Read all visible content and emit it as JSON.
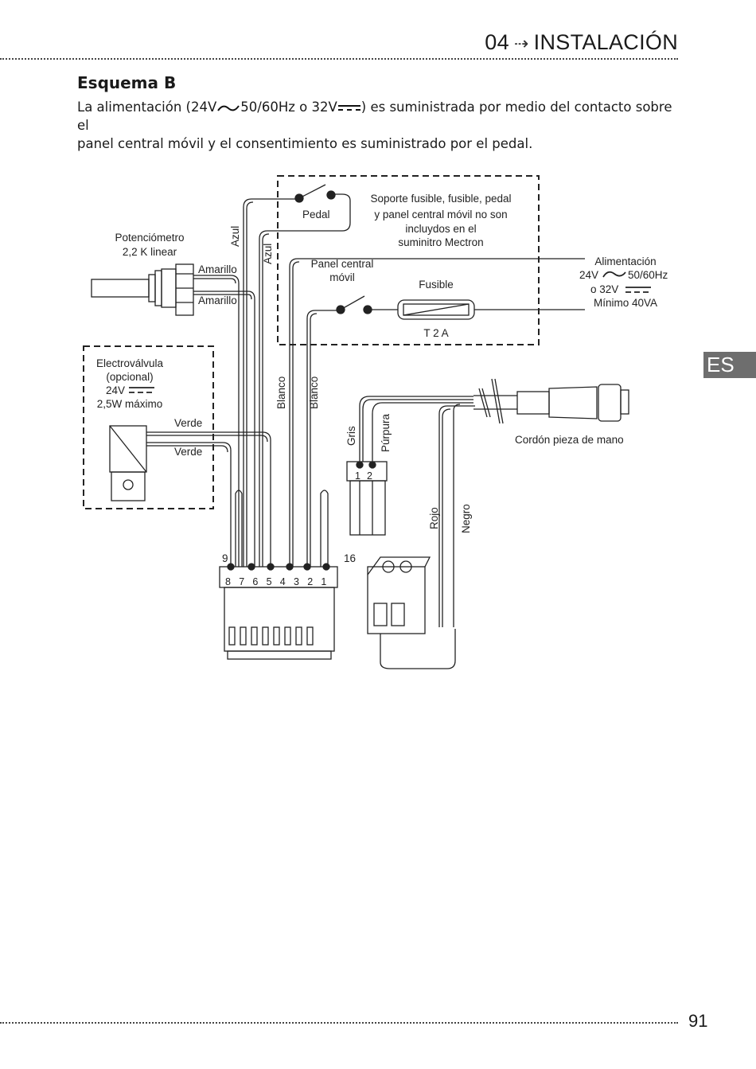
{
  "header": {
    "chapter_number": "04",
    "chapter_title": "INSTALACIÓN"
  },
  "section": {
    "title": "Esquema B"
  },
  "intro": {
    "part1": "La alimentación (24V",
    "part2": "50/60Hz o 32V",
    "part3": ") es suministrada por medio del contacto sobre el",
    "line2": "panel central móvil y el consentimiento es suministrado por el pedal."
  },
  "lang_tab": "ES",
  "page_number": "91",
  "diagram": {
    "potentiometer": {
      "line1": "Potenciómetro",
      "line2": "2,2 K linear"
    },
    "amarillo1": "Amarillo",
    "amarillo2": "Amarillo",
    "azul1": "Azul",
    "azul2": "Azul",
    "pedal": "Pedal",
    "note": {
      "line1": "Soporte fusible, fusible, pedal",
      "line2": "y panel central móvil  no son",
      "line3": "incluydos en el",
      "line4": "suminitro Mectron"
    },
    "panel": {
      "line1": "Panel central",
      "line2": "móvil"
    },
    "fusible": "Fusible",
    "fuse_rating": "T 2 A",
    "alimentacion": {
      "line1": "Alimentación",
      "line2a": "24V",
      "line2b": "50/60Hz",
      "line3": "o 32V",
      "line4": "Mínimo 40VA"
    },
    "valve": {
      "line1": "Electroválvula",
      "line2": "(opcional)",
      "line3": "24V",
      "line4": "2,5W máximo"
    },
    "verde1": "Verde",
    "verde2": "Verde",
    "blanco1": "Blanco",
    "blanco2": "Blanco",
    "gris": "Gris",
    "purpura": "Púrpura",
    "rojo": "Rojo",
    "negro": "Negro",
    "cordon": "Cordón pieza de mano",
    "pin_9": "9",
    "pin_16": "16",
    "pins_bottom": [
      "8",
      "7",
      "6",
      "5",
      "4",
      "3",
      "2",
      "1"
    ],
    "pins_small": [
      "1",
      "2"
    ]
  }
}
